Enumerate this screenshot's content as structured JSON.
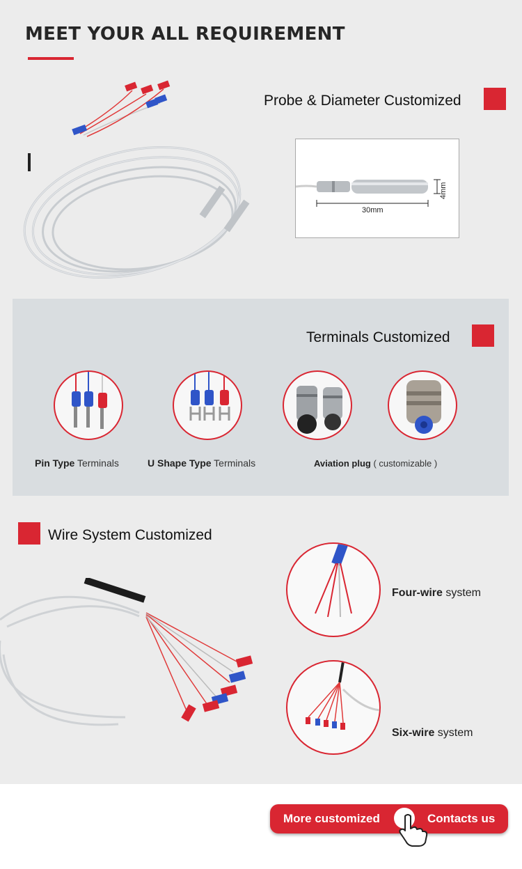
{
  "header": {
    "title": "MEET YOUR ALL REQUIREMENT"
  },
  "probe": {
    "label": "Probe & Diameter Customized",
    "length_label": "30mm",
    "diameter_label": "4mm"
  },
  "terminals": {
    "label": "Terminals Customized",
    "items": [
      {
        "bold": "Pin Type",
        "light": " Terminals"
      },
      {
        "bold": "U Shape Type",
        "light": " Terminals"
      },
      {
        "bold": "Aviation plug",
        "light": " ( customizable )"
      }
    ]
  },
  "wire": {
    "label": "Wire System Customized",
    "four": {
      "bold": "Four-wire",
      "light": " system"
    },
    "six": {
      "bold": "Six-wire",
      "light": " system"
    }
  },
  "cta": {
    "left_label": "More customized",
    "right_label": "Contacts us"
  },
  "colors": {
    "accent": "#d92632",
    "panel": "#d9dde0",
    "background": "#ececec"
  },
  "icons": [
    "hand-pointer-icon"
  ]
}
